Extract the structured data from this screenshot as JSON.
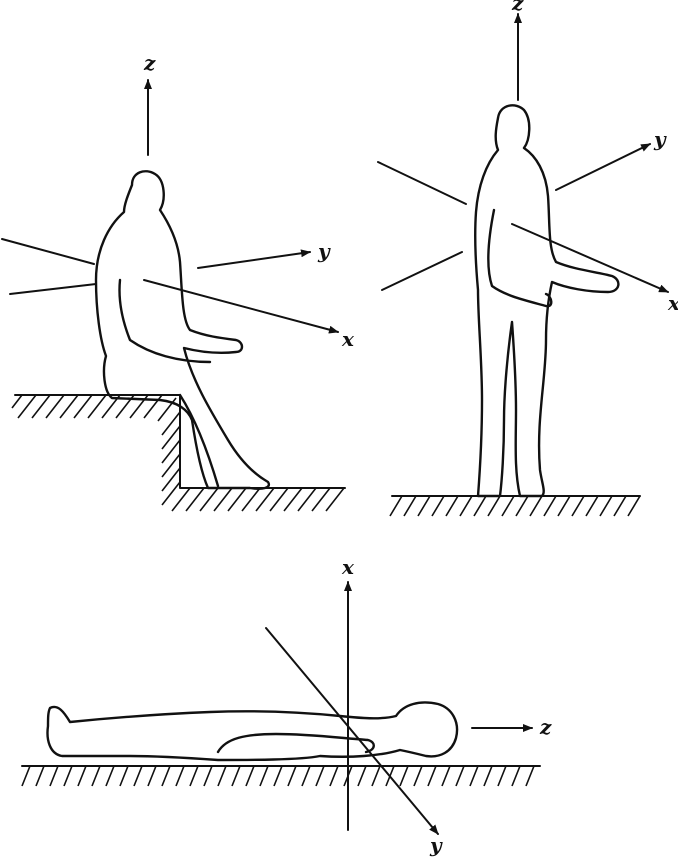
{
  "figure": {
    "sitting": {
      "axis_z": "z",
      "axis_y": "y",
      "axis_x": "x"
    },
    "standing": {
      "axis_z": "z",
      "axis_y": "y",
      "axis_x": "x"
    },
    "lying": {
      "axis_x": "x",
      "axis_z": "z",
      "axis_y": "y"
    }
  },
  "colors": {
    "ink": "#111111",
    "background": "#ffffff"
  }
}
